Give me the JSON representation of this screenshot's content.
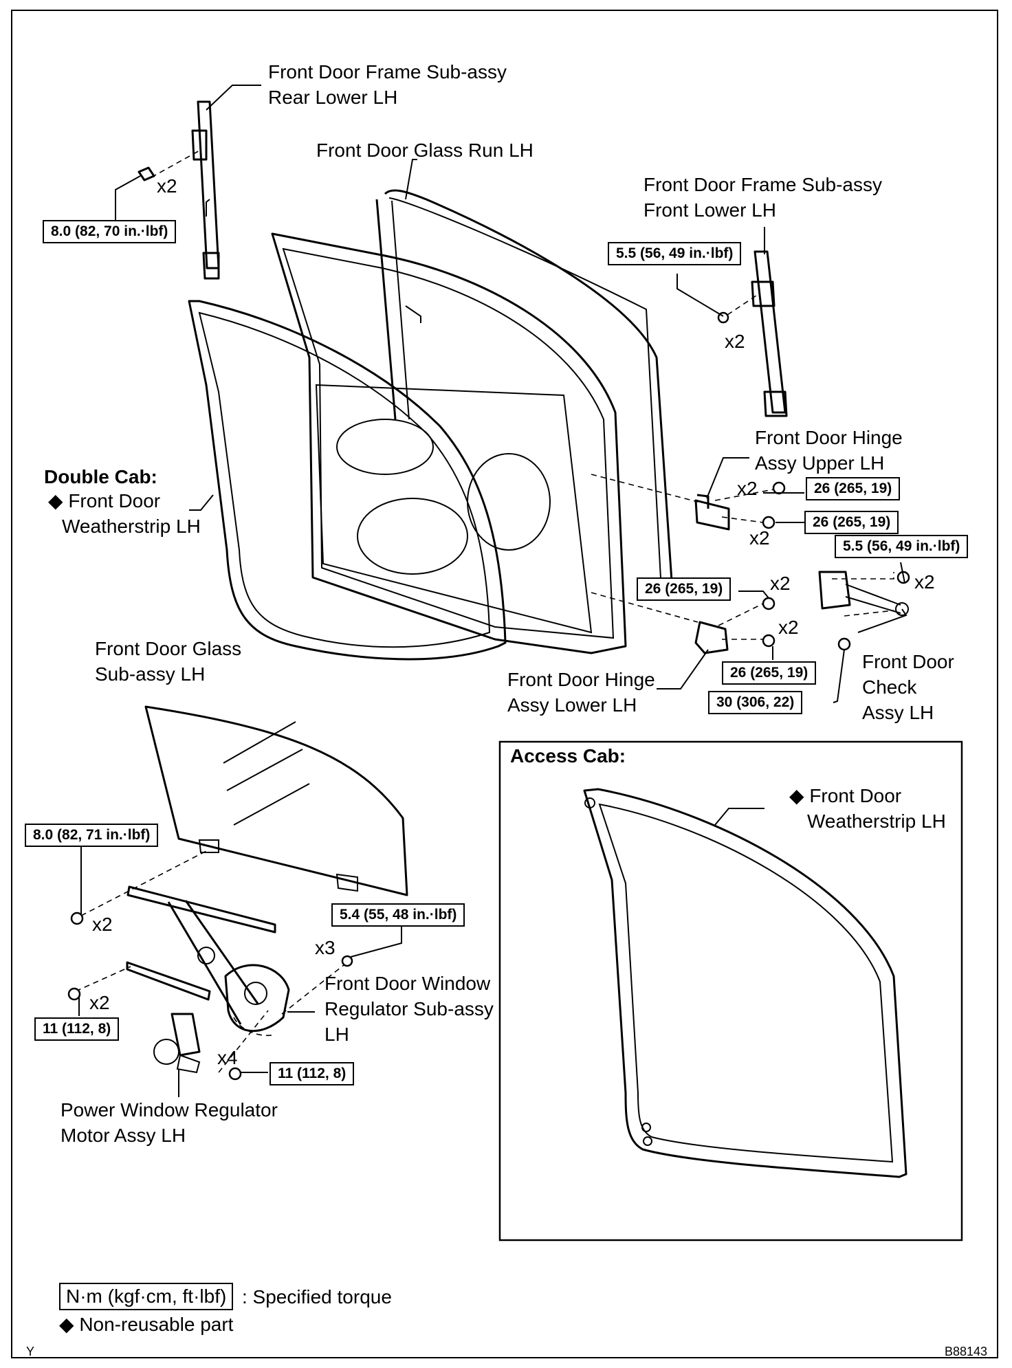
{
  "labels": {
    "frame_rear_lower": [
      "Front Door Frame Sub-assy",
      "Rear Lower LH"
    ],
    "glass_run": "Front Door Glass Run LH",
    "frame_front_lower": [
      "Front Door Frame Sub-assy",
      "Front Lower LH"
    ],
    "hinge_upper": [
      "Front Door Hinge",
      "Assy Upper LH"
    ],
    "double_cab_title": "Double Cab:",
    "double_cab_weatherstrip": [
      "◆ Front Door",
      "Weatherstrip LH"
    ],
    "glass_sub": [
      "Front Door Glass",
      "Sub-assy  LH"
    ],
    "hinge_lower": [
      "Front Door Hinge",
      "Assy Lower LH"
    ],
    "door_check": [
      "Front Door",
      "Check",
      "Assy LH"
    ],
    "access_cab_title": "Access Cab:",
    "access_cab_weatherstrip": [
      "◆ Front Door",
      "Weatherstrip LH"
    ],
    "regulator": [
      "Front Door Window",
      "Regulator Sub-assy",
      "LH"
    ],
    "motor": [
      "Power Window Regulator",
      "Motor Assy LH"
    ]
  },
  "torques": {
    "frame_rear": "8.0 (82, 70 in.·lbf)",
    "frame_front": "5.5 (56, 49 in.·lbf)",
    "hinge_upper_1": "26 (265, 19)",
    "hinge_upper_2": "26 (265, 19)",
    "check_nut": "5.5 (56, 49 in.·lbf)",
    "hinge_lower_1": "26 (265, 19)",
    "hinge_lower_2": "26 (265, 19)",
    "check_bolt": "30 (306, 22)",
    "glass": "8.0 (82, 71 in.·lbf)",
    "regulator_nut": "5.4 (55, 48 in.·lbf)",
    "regulator_bolt": "11 (112, 8)",
    "motor_bolt": "11 (112, 8)"
  },
  "quantities": {
    "frame_rear": "x2",
    "frame_front": "x2",
    "hinge_upper_1": "x2",
    "hinge_upper_2": "x2",
    "check_nut": "x2",
    "hinge_lower_1": "x2",
    "hinge_lower_2": "x2",
    "glass": "x2",
    "regulator_nut": "x3",
    "regulator_bolt": "x2",
    "motor_bolt": "x4"
  },
  "legend": {
    "unit_box": "N·m (kgf·cm, ft·lbf)",
    "unit_desc": ": Specified torque",
    "nonreusable": "◆ Non-reusable part"
  },
  "corner": {
    "left": "Y",
    "right": "B88143"
  }
}
